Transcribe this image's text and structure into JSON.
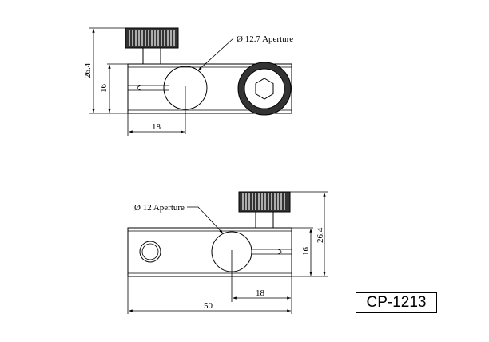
{
  "top_view": {
    "aperture_label": "Ø 12.7 Aperture",
    "dim_overall_height": "26.4",
    "dim_body_height": "16",
    "dim_center_offset": "18"
  },
  "bottom_view": {
    "aperture_label": "Ø 12 Aperture",
    "dim_overall_height": "26.4",
    "dim_body_height": "16",
    "dim_center_offset": "18",
    "dim_overall_length": "50"
  },
  "part_number": "CP-1213"
}
